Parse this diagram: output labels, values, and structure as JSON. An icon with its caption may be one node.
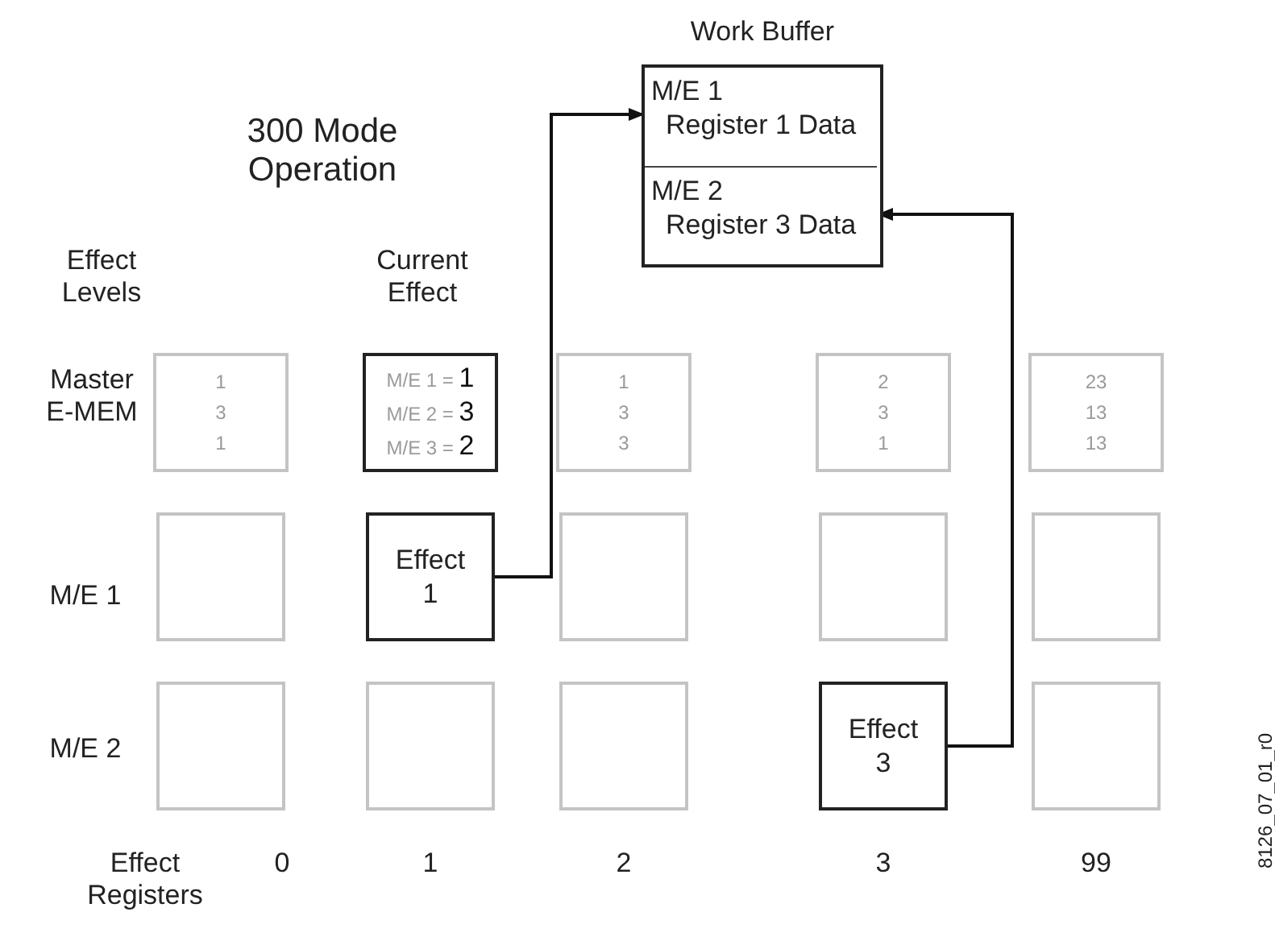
{
  "diagram": {
    "nodes": [
      {
        "text": [
          "Work Buffer"
        ]
      },
      {
        "text": [
          "M/E 1",
          "Register 1 Data"
        ],
        "in": 0
      },
      {
        "text": [
          "M/E 2",
          "Register 3 Data"
        ],
        "in": 0
      },
      {
        "text": [
          "1",
          "3",
          "1"
        ]
      },
      {
        "text": [
          "M/E 1 = **1**",
          "M/E 2 = **3**",
          "M/E 3 = **2**"
        ]
      },
      {
        "text": [
          "1",
          "3",
          "3"
        ]
      },
      {
        "text": [
          "2",
          "3",
          "1"
        ]
      },
      {
        "text": [
          "23",
          "13",
          "13"
        ]
      },
      {
        "text": [],
        "shape": "box"
      },
      {
        "text": [
          "Effect 1"
        ]
      },
      {
        "text": [],
        "shape": "box"
      },
      {
        "text": [],
        "shape": "box"
      },
      {
        "text": [],
        "shape": "box"
      },
      {
        "text": [],
        "shape": "box"
      },
      {
        "text": [],
        "shape": "box"
      },
      {
        "text": [],
        "shape": "box"
      },
      {
        "text": [
          "Effect 3"
        ]
      },
      {
        "text": [],
        "shape": "box"
      }
    ],
    "edges": [
      {
        "from": 9,
        "to": 1,
        "arrow": "to"
      },
      {
        "from": 16,
        "to": 2,
        "arrow": "to"
      }
    ],
    "labels": [
      "300 Mode Operation",
      "Effect Levels",
      "Current Effect",
      "Master E-MEM",
      "M/E 1",
      "M/E 2",
      "Effect Registers",
      "0",
      "1",
      "2",
      "3",
      "99",
      "8126_07_01_r0"
    ]
  }
}
